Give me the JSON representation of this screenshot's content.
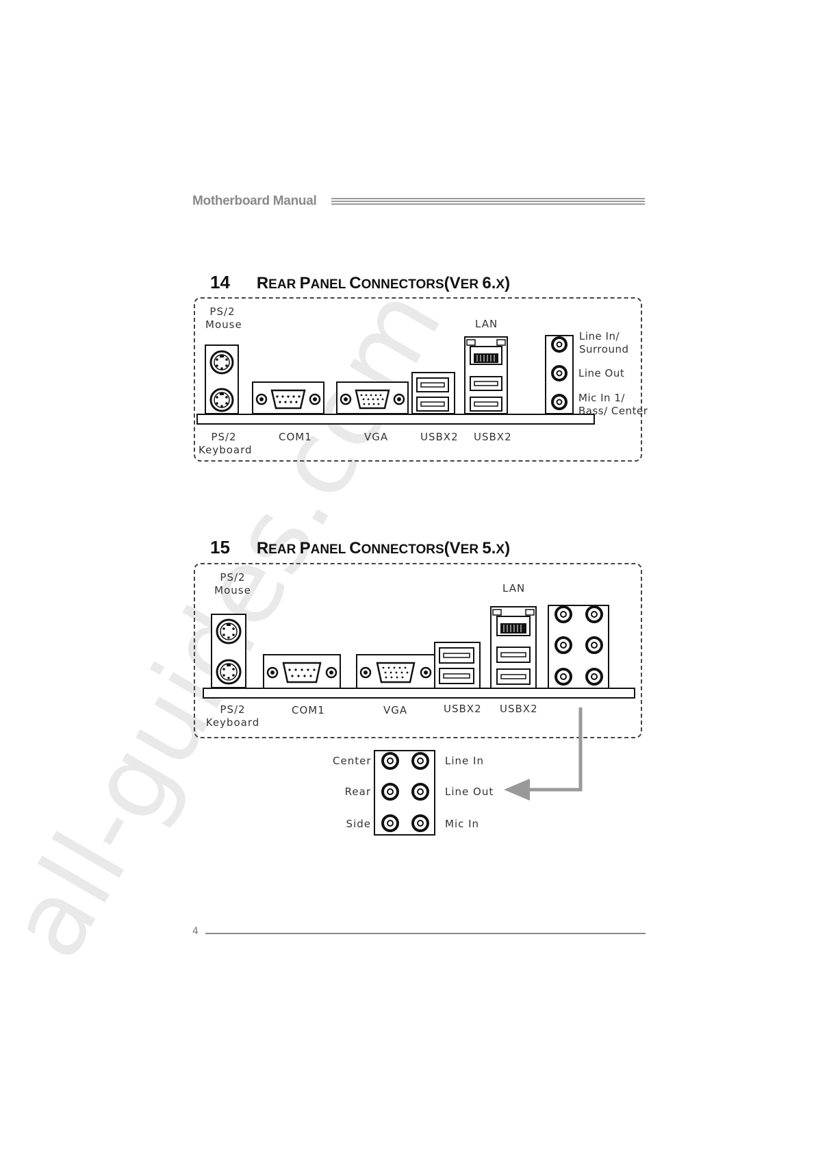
{
  "header": {
    "title": "Motherboard Manual"
  },
  "watermark": "all-guides.com",
  "section14": {
    "number": "14",
    "title_main": [
      "R",
      "EAR ",
      "P",
      "ANEL ",
      "C",
      "ONNECTORS",
      "(V",
      "ER ",
      "6.",
      "X",
      ")"
    ],
    "labels": {
      "ps2_mouse": "PS/2\nMouse",
      "ps2_keyboard": "PS/2\nKeyboard",
      "com1": "COM1",
      "vga": "VGA",
      "usb1": "USBX2",
      "usb2": "USBX2",
      "lan": "LAN",
      "line_in": "Line In/\nSurround",
      "line_out": "Line Out",
      "mic_in": "Mic In 1/\nBass/ Center"
    }
  },
  "section15": {
    "number": "15",
    "title_main": [
      "R",
      "EAR ",
      "P",
      "ANEL ",
      "C",
      "ONNECTORS",
      "(V",
      "ER ",
      "5.",
      "X",
      ")"
    ],
    "labels": {
      "ps2_mouse": "PS/2\nMouse",
      "ps2_keyboard": "PS/2\nKeyboard",
      "com1": "COM1",
      "vga": "VGA",
      "usb1": "USBX2",
      "usb2": "USBX2",
      "lan": "LAN"
    },
    "audio_detail": {
      "left": [
        "Center",
        "Rear",
        "Side"
      ],
      "right": [
        "Line In",
        "Line Out",
        "Mic In"
      ]
    }
  },
  "footer": {
    "page_number": "4"
  }
}
